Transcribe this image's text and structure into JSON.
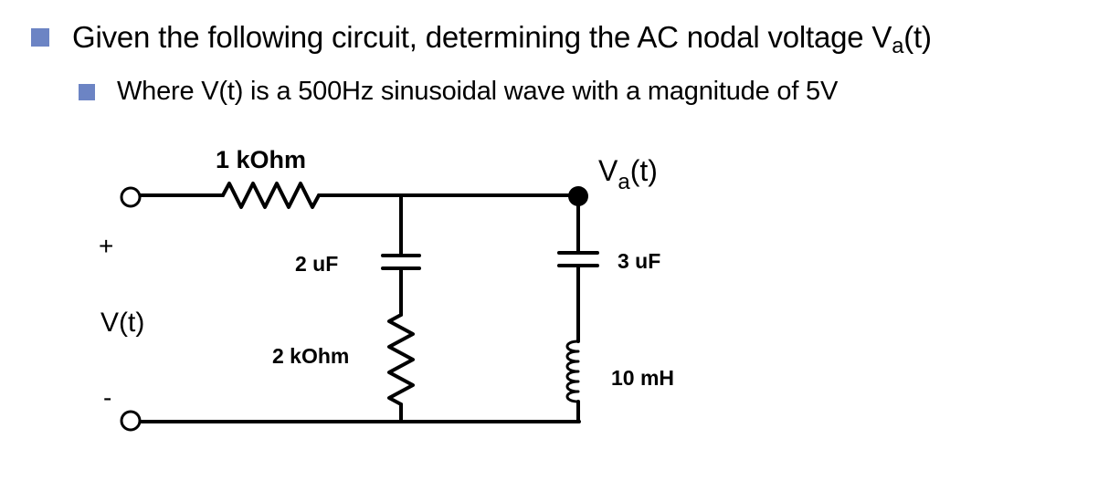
{
  "bullets": {
    "main_prefix": "Given the following circuit, determining the AC nodal voltage V",
    "main_sub": "a",
    "main_suffix": "(t)",
    "sub_text": "Where V(t) is a 500Hz sinusoidal wave with a magnitude of 5V",
    "bullet_color": "#6c84c4"
  },
  "circuit": {
    "r1_label": "1 kOhm",
    "c1_label": "2 uF",
    "r2_label": "2 kOhm",
    "c2_label": "3 uF",
    "l1_label": "10 mH",
    "node_label_prefix": "V",
    "node_label_sub": "a",
    "node_label_suffix": "(t)",
    "plus_label": "+",
    "minus_label": "-",
    "source_label": "V(t)"
  }
}
